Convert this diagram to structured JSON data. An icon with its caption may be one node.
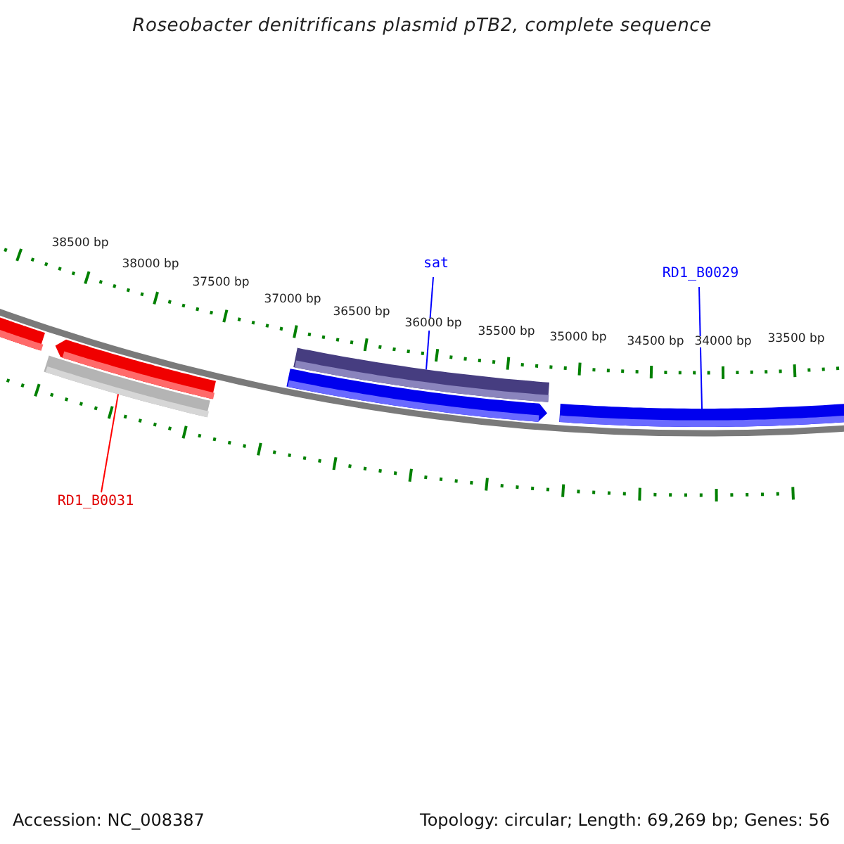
{
  "diagram": {
    "title": "Roseobacter denitrificans plasmid pTB2, complete sequence",
    "nodes": [
      {
        "text": [
          "sat"
        ]
      },
      {
        "text": [],
        "shape": "bar"
      },
      {
        "text": [
          "RD1_B0029"
        ]
      },
      {
        "text": [],
        "shape": "bar"
      },
      {
        "text": [
          "RD1_B0031"
        ]
      },
      {
        "text": [],
        "shape": "bar"
      }
    ],
    "edges": [
      {
        "from": 0,
        "to": 1,
        "arrow": "none"
      },
      {
        "from": 2,
        "to": 3,
        "arrow": "none"
      },
      {
        "from": 4,
        "to": 5,
        "arrow": "none",
        "color": "#ff0000"
      }
    ],
    "labels": [
      "38500 bp",
      "38000 bp",
      "37500 bp",
      "37000 bp",
      "36500 bp",
      "36000 bp",
      "35500 bp",
      "35000 bp",
      "34500 bp",
      "34000 bp",
      "33500 bp",
      "Accession: NC_008387",
      "Topology: circular; Length: 69,269 bp; Genes: 56"
    ]
  }
}
